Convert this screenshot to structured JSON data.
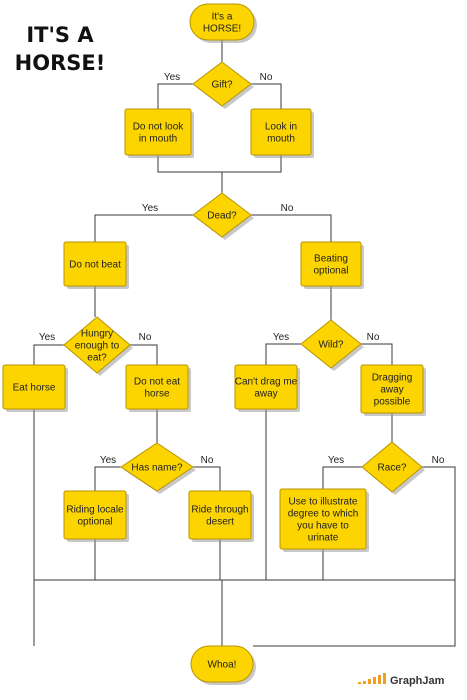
{
  "title": [
    "IT'S A",
    "HORSE!"
  ],
  "colors": {
    "node_fill": "#fcd400",
    "node_stroke": "#b89400",
    "shadow": "#9a9a9a",
    "line": "#3a3a3a",
    "watermark_bars": "#f0a020"
  },
  "nodes": [
    {
      "id": "start",
      "shape": "terminal",
      "lines": [
        "It's a",
        "HORSE!"
      ]
    },
    {
      "id": "gift",
      "shape": "decision",
      "lines": [
        "Gift?"
      ]
    },
    {
      "id": "not-look",
      "shape": "process",
      "lines": [
        "Do not look",
        "in mouth"
      ]
    },
    {
      "id": "look",
      "shape": "process",
      "lines": [
        "Look in",
        "mouth"
      ]
    },
    {
      "id": "dead",
      "shape": "decision",
      "lines": [
        "Dead?"
      ]
    },
    {
      "id": "not-beat",
      "shape": "process",
      "lines": [
        "Do not beat"
      ]
    },
    {
      "id": "beating-optional",
      "shape": "process",
      "lines": [
        "Beating",
        "optional"
      ]
    },
    {
      "id": "hungry",
      "shape": "decision",
      "lines": [
        "Hungry",
        "enough to",
        "eat?"
      ]
    },
    {
      "id": "wild",
      "shape": "decision",
      "lines": [
        "Wild?"
      ]
    },
    {
      "id": "eat-horse",
      "shape": "process",
      "lines": [
        "Eat horse"
      ]
    },
    {
      "id": "not-eat",
      "shape": "process",
      "lines": [
        "Do not eat",
        "horse"
      ]
    },
    {
      "id": "cant-drag",
      "shape": "process",
      "lines": [
        "Can't drag me",
        "away"
      ]
    },
    {
      "id": "dragging",
      "shape": "process",
      "lines": [
        "Dragging",
        "away",
        "possible"
      ]
    },
    {
      "id": "has-name",
      "shape": "decision",
      "lines": [
        "Has name?"
      ]
    },
    {
      "id": "race",
      "shape": "decision",
      "lines": [
        "Race?"
      ]
    },
    {
      "id": "riding-locale",
      "shape": "process",
      "lines": [
        "Riding locale",
        "optional"
      ]
    },
    {
      "id": "ride-desert",
      "shape": "process",
      "lines": [
        "Ride through",
        "desert"
      ]
    },
    {
      "id": "urinate",
      "shape": "process",
      "lines": [
        "Use to illustrate",
        "degree to which",
        "you have to",
        "urinate"
      ]
    },
    {
      "id": "whoa",
      "shape": "terminal",
      "lines": [
        "Whoa!"
      ]
    }
  ],
  "branch_labels": [
    {
      "id": "gift-yes",
      "text": "Yes"
    },
    {
      "id": "gift-no",
      "text": "No"
    },
    {
      "id": "dead-yes",
      "text": "Yes"
    },
    {
      "id": "dead-no",
      "text": "No"
    },
    {
      "id": "hungry-yes",
      "text": "Yes"
    },
    {
      "id": "hungry-no",
      "text": "No"
    },
    {
      "id": "wild-yes",
      "text": "Yes"
    },
    {
      "id": "wild-no",
      "text": "No"
    },
    {
      "id": "name-yes",
      "text": "Yes"
    },
    {
      "id": "name-no",
      "text": "No"
    },
    {
      "id": "race-yes",
      "text": "Yes"
    },
    {
      "id": "race-no",
      "text": "No"
    }
  ],
  "watermark": "GraphJam"
}
